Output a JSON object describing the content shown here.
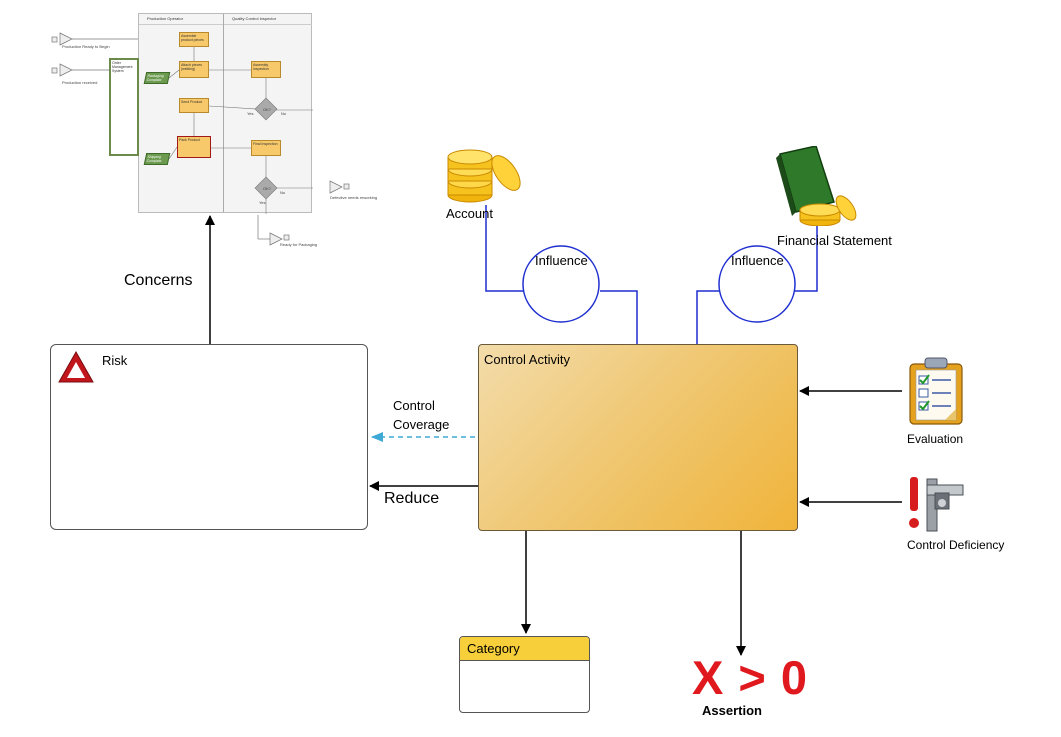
{
  "diagram": {
    "risk_box": {
      "title": "Risk"
    },
    "control_activity_box": {
      "title": "Control Activity"
    },
    "category_box": {
      "title": "Category"
    },
    "account": {
      "label": "Account"
    },
    "financial_statement": {
      "label": "Financial Statement"
    },
    "influence_1": {
      "label": "Influence"
    },
    "influence_2": {
      "label": "Influence"
    },
    "evaluation": {
      "label": "Evaluation"
    },
    "control_deficiency": {
      "label": "Control Deficiency"
    },
    "assertion": {
      "formula": "X > 0",
      "label": "Assertion"
    },
    "edges": {
      "concerns": "Concerns",
      "control_coverage_line1": "Control",
      "control_coverage_line2": "Coverage",
      "reduce": "Reduce"
    },
    "process_thumbnail": {
      "lane_1": "Production Operator",
      "lane_2": "Quality Control Inspector",
      "start_1": "Production Ready to Begin",
      "start_2": "Production received",
      "system": "Order Management System",
      "task_1": "Assemble product pieces",
      "task_2": "Attach pieces (welding)",
      "task_3": "Assembly Inspection",
      "task_4": "Send Product",
      "task_5": "Pack Product",
      "task_6": "Final Inspection",
      "data_1": "Packaging Complete",
      "data_2": "Shipping Complete",
      "gateway_1": "OK?",
      "gateway_2": "OK?",
      "yes_1": "Yes",
      "no_1": "No",
      "yes_2": "Yes",
      "no_2": "No",
      "end_1": "Defective needs reworking",
      "end_2": "Ready for Packaging"
    }
  },
  "colors": {
    "connector_blue": "#1f2fd0",
    "coverage_dashed": "#3fa9d6",
    "assertion_red": "#e0191f",
    "category_header": "#f7cf3a",
    "control_fill": "#efc46a"
  }
}
